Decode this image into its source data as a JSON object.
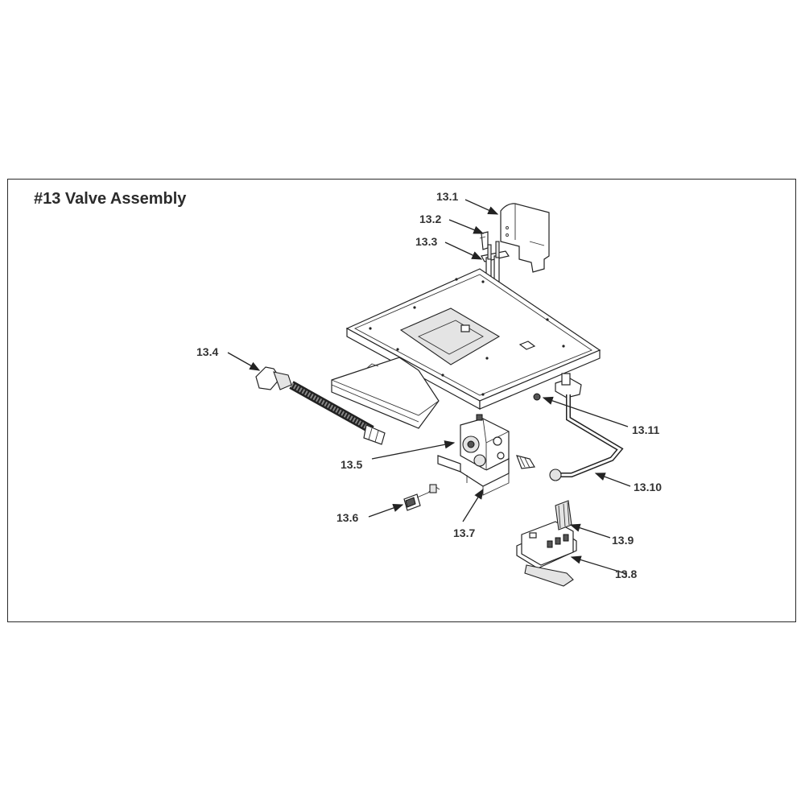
{
  "title": "#13 Valve Assembly",
  "callouts": [
    {
      "id": "13.1",
      "label": "13.1"
    },
    {
      "id": "13.2",
      "label": "13.2"
    },
    {
      "id": "13.3",
      "label": "13.3"
    },
    {
      "id": "13.4",
      "label": "13.4"
    },
    {
      "id": "13.5",
      "label": "13.5"
    },
    {
      "id": "13.6",
      "label": "13.6"
    },
    {
      "id": "13.7",
      "label": "13.7"
    },
    {
      "id": "13.8",
      "label": "13.8"
    },
    {
      "id": "13.9",
      "label": "13.9"
    },
    {
      "id": "13.10",
      "label": "13.10"
    },
    {
      "id": "13.11",
      "label": "13.11"
    }
  ],
  "colors": {
    "line": "#222222",
    "text": "#333333",
    "fill_light": "#e4e4e4",
    "fill_dark": "#555555"
  }
}
